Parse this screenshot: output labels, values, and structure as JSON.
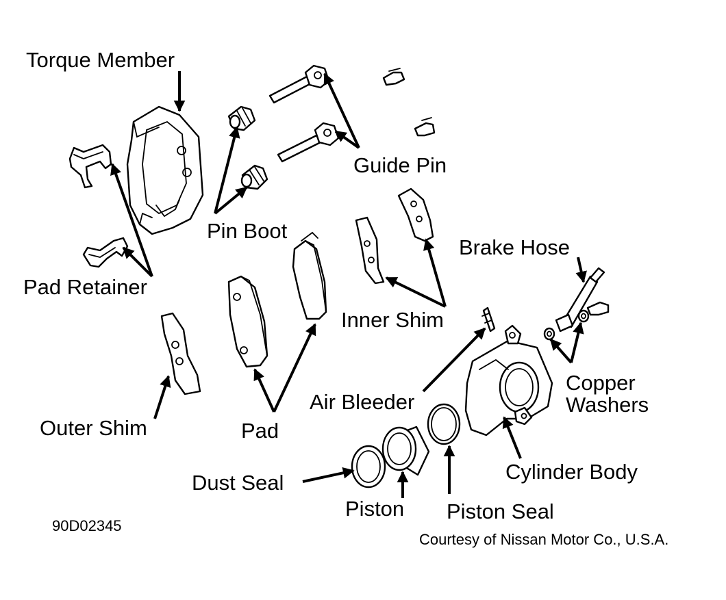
{
  "labels": {
    "torque_member": "Torque Member",
    "pin_boot": "Pin Boot",
    "guide_pin": "Guide Pin",
    "pad_retainer": "Pad Retainer",
    "brake_hose": "Brake Hose",
    "inner_shim": "Inner Shim",
    "copper_washers_line1": "Copper",
    "copper_washers_line2": "Washers",
    "air_bleeder": "Air Bleeder",
    "outer_shim": "Outer Shim",
    "pad": "Pad",
    "cylinder_body": "Cylinder Body",
    "dust_seal": "Dust Seal",
    "piston": "Piston",
    "piston_seal": "Piston Seal"
  },
  "figure_code": "90D02345",
  "credit": "Courtesy of Nissan Motor Co., U.S.A."
}
